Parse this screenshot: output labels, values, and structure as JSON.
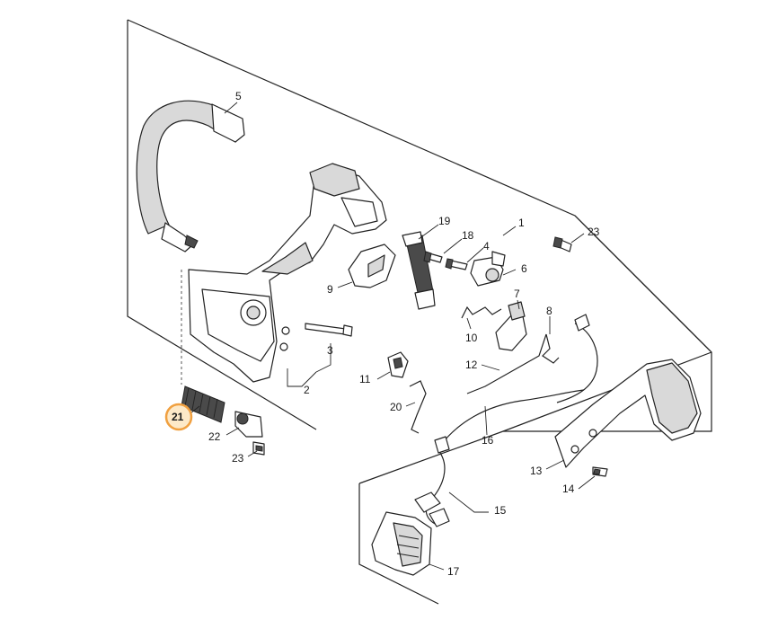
{
  "highlight_color": "#f0a040",
  "callouts": {
    "c1": "1",
    "c2": "2",
    "c3": "3",
    "c4": "4",
    "c5": "5",
    "c6": "6",
    "c7": "7",
    "c8": "8",
    "c9": "9",
    "c10": "10",
    "c11": "11",
    "c12": "12",
    "c13": "13",
    "c14": "14",
    "c15": "15",
    "c16": "16",
    "c17": "17",
    "c18": "18",
    "c19": "19",
    "c20": "20",
    "c21": "21",
    "c22": "22",
    "c23a": "23",
    "c23b": "23"
  }
}
